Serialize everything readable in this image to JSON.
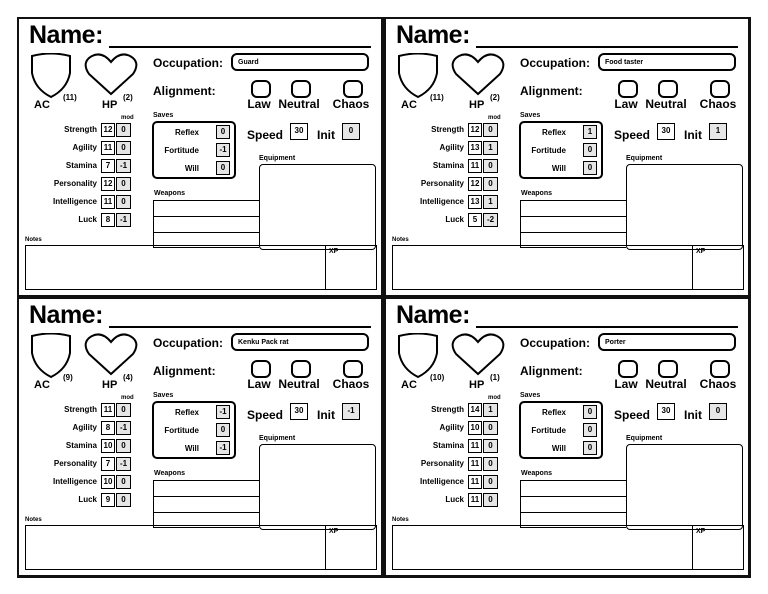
{
  "labels": {
    "name": "Name:",
    "occupation": "Occupation:",
    "alignment": "Alignment:",
    "law": "Law",
    "neutral": "Neutral",
    "chaos": "Chaos",
    "ac": "AC",
    "hp": "HP",
    "mod": "mod",
    "saves": "Saves",
    "reflex": "Reflex",
    "fortitude": "Fortitude",
    "will": "Will",
    "speed": "Speed",
    "init": "Init",
    "equipment": "Equipment",
    "weapons": "Weapons",
    "notes": "Notes",
    "xp": "XP",
    "strength": "Strength",
    "agility": "Agility",
    "stamina": "Stamina",
    "personality": "Personality",
    "intelligence": "Intelligence",
    "luck": "Luck"
  },
  "cards": [
    {
      "occupation": "Guard",
      "ac": "(11)",
      "hp": "(2)",
      "abilities": [
        {
          "score": "12",
          "mod": "0"
        },
        {
          "score": "11",
          "mod": "0"
        },
        {
          "score": "7",
          "mod": "-1"
        },
        {
          "score": "12",
          "mod": "0"
        },
        {
          "score": "11",
          "mod": "0"
        },
        {
          "score": "8",
          "mod": "-1"
        }
      ],
      "saves": {
        "reflex": "0",
        "fortitude": "-1",
        "will": "0"
      },
      "speed": "30",
      "init": "0"
    },
    {
      "occupation": "Food taster",
      "ac": "(11)",
      "hp": "(2)",
      "abilities": [
        {
          "score": "12",
          "mod": "0"
        },
        {
          "score": "13",
          "mod": "1"
        },
        {
          "score": "11",
          "mod": "0"
        },
        {
          "score": "12",
          "mod": "0"
        },
        {
          "score": "13",
          "mod": "1"
        },
        {
          "score": "5",
          "mod": "-2"
        }
      ],
      "saves": {
        "reflex": "1",
        "fortitude": "0",
        "will": "0"
      },
      "speed": "30",
      "init": "1"
    },
    {
      "occupation": "Kenku Pack rat",
      "ac": "(9)",
      "hp": "(4)",
      "abilities": [
        {
          "score": "11",
          "mod": "0"
        },
        {
          "score": "8",
          "mod": "-1"
        },
        {
          "score": "10",
          "mod": "0"
        },
        {
          "score": "7",
          "mod": "-1"
        },
        {
          "score": "10",
          "mod": "0"
        },
        {
          "score": "9",
          "mod": "0"
        }
      ],
      "saves": {
        "reflex": "-1",
        "fortitude": "0",
        "will": "-1"
      },
      "speed": "30",
      "init": "-1"
    },
    {
      "occupation": "Porter",
      "ac": "(10)",
      "hp": "(1)",
      "abilities": [
        {
          "score": "14",
          "mod": "1"
        },
        {
          "score": "10",
          "mod": "0"
        },
        {
          "score": "11",
          "mod": "0"
        },
        {
          "score": "11",
          "mod": "0"
        },
        {
          "score": "11",
          "mod": "0"
        },
        {
          "score": "11",
          "mod": "0"
        }
      ],
      "saves": {
        "reflex": "0",
        "fortitude": "0",
        "will": "0"
      },
      "speed": "30",
      "init": "0"
    }
  ]
}
